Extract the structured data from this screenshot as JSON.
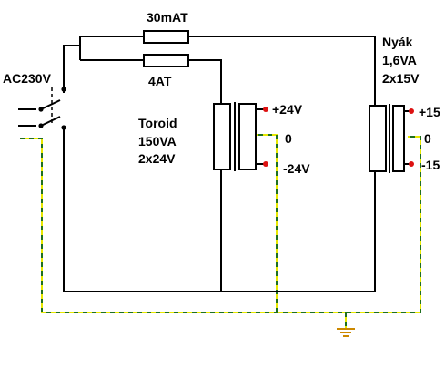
{
  "labels": {
    "fuse_top": "30mAT",
    "fuse_bottom": "4AT",
    "mains": "AC230V",
    "toroid_line1": "Toroid",
    "toroid_line2": "150VA",
    "toroid_line3": "2x24V",
    "pcb_line1": "Nyák",
    "pcb_line2": "1,6VA",
    "pcb_line3": "2x15V",
    "toroid_out_pos": "+24V",
    "toroid_out_zero": "0",
    "toroid_out_neg": "-24V",
    "pcb_out_pos": "+15",
    "pcb_out_zero": "0",
    "pcb_out_neg": "-15"
  },
  "colors": {
    "wire": "#000000",
    "terminal": "#dd1111",
    "earth_yellow": "#e8e800",
    "earth_green": "#1f6f1f",
    "ground_symbol": "#cc8800"
  }
}
